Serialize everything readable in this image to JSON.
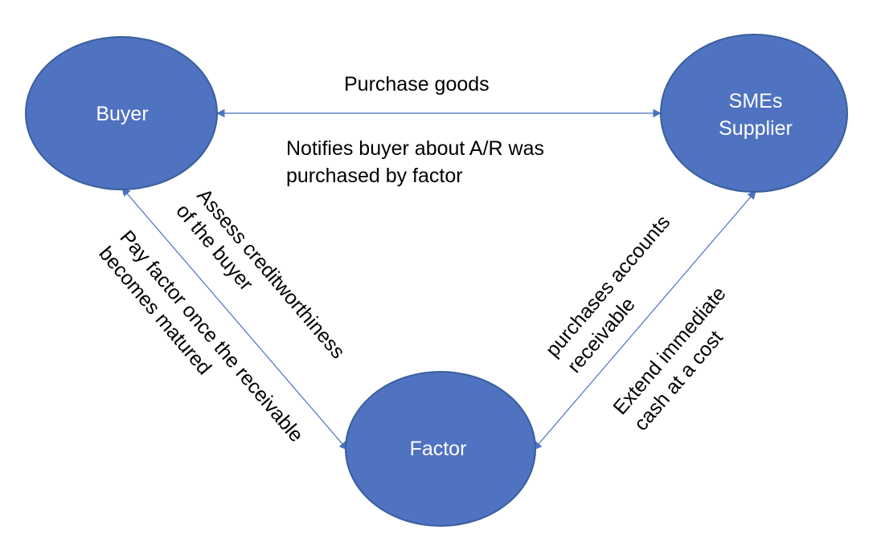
{
  "colors": {
    "node_fill": "#4f72c1",
    "node_stroke": "#3a5f9c",
    "edge": "#4a72c0",
    "node_text": "#ffffff",
    "label_text": "#000000"
  },
  "nodes": {
    "buyer": {
      "label": "Buyer"
    },
    "supplier": {
      "line1": "SMEs",
      "line2": "Supplier"
    },
    "factor": {
      "label": "Factor"
    }
  },
  "edges": {
    "buyer_supplier": {
      "label_top": "Purchase goods",
      "label_bottom_line1": "Notifies buyer about A/R was",
      "label_bottom_line2": "purchased by factor"
    },
    "buyer_factor": {
      "assess_line1": "Assess creditworthiness",
      "assess_line2": "of the buyer",
      "pay_line1": "Pay factor once the receivable",
      "pay_line2": "becomes matured"
    },
    "supplier_factor": {
      "purchases_line1": "purchases accounts",
      "purchases_line2": "receivable",
      "extend_line1": "Extend immediate",
      "extend_line2": "cash at a cost"
    }
  }
}
